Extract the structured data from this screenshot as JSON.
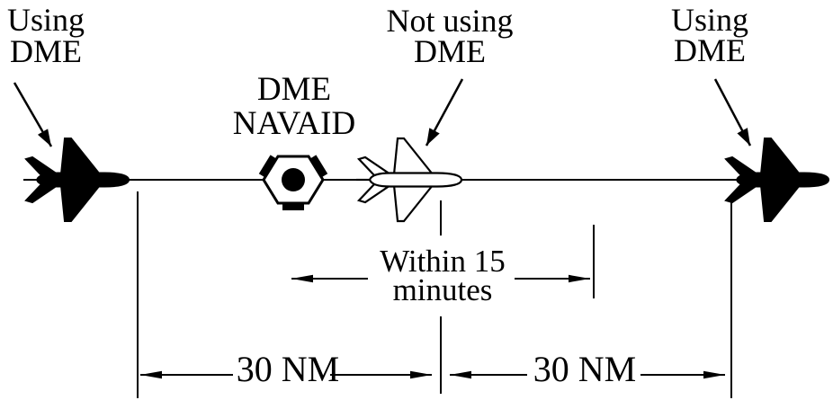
{
  "diagram": {
    "title": "DME separation diagram",
    "left_aircraft_label": {
      "line1": "Using",
      "line2": "DME"
    },
    "navaid_label": {
      "line1": "DME",
      "line2": "NAVAID"
    },
    "center_aircraft_label": {
      "line1": "Not using",
      "line2": "DME"
    },
    "right_aircraft_label": {
      "line1": "Using",
      "line2": "DME"
    },
    "time_window_label": {
      "line1": "Within 15",
      "line2": "minutes"
    },
    "left_distance_label": "30 NM",
    "right_distance_label": "30 NM",
    "icons": {
      "left_aircraft": "black-airplane-icon",
      "center_aircraft": "white-airplane-icon",
      "right_aircraft": "black-airplane-icon",
      "navaid": "vortac-hexagon-icon"
    },
    "colors": {
      "ink": "#000000",
      "background": "#ffffff"
    }
  }
}
